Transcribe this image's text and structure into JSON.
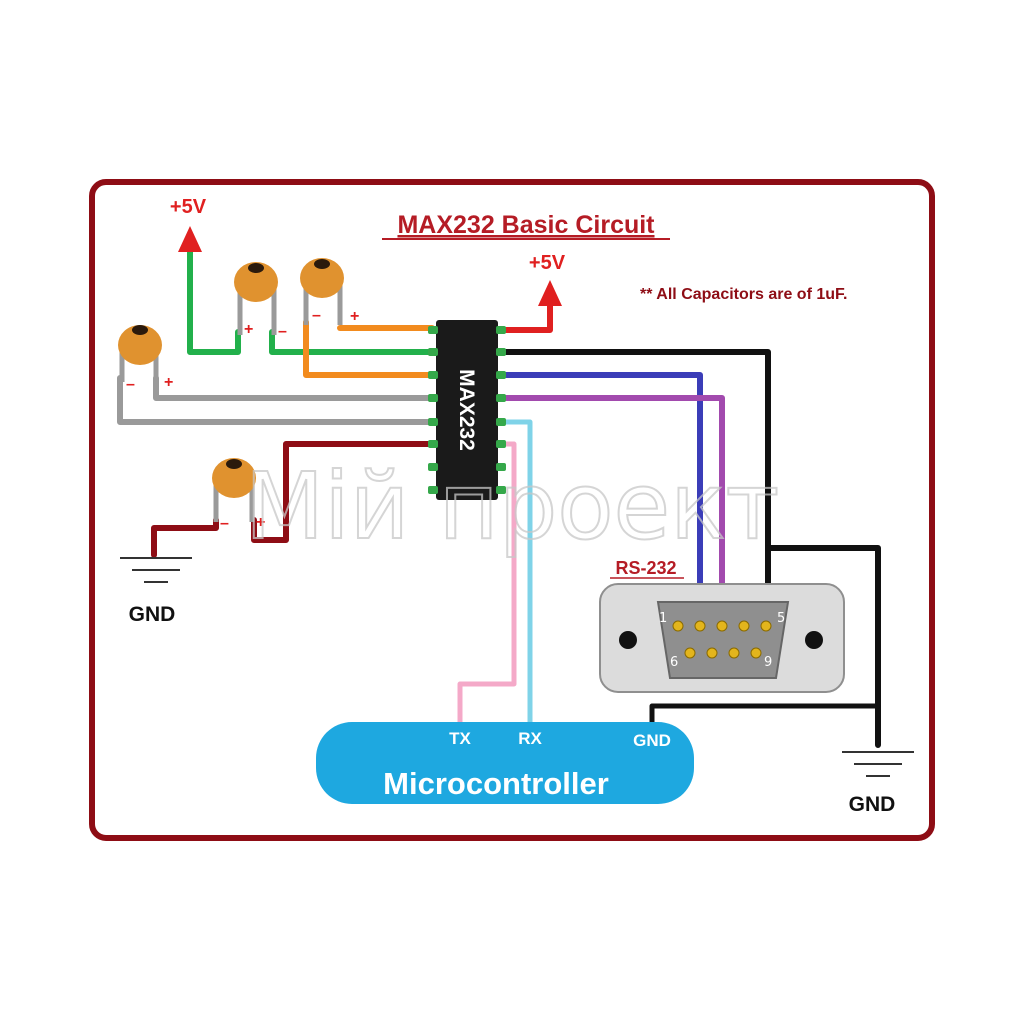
{
  "title": "MAX232 Basic Circuit",
  "note": "** All Capacitors are of 1uF.",
  "ic_label": "MAX232",
  "supply_left": "+5V",
  "supply_right": "+5V",
  "gnd_left": "GND",
  "gnd_right": "GND",
  "connector": {
    "label": "RS-232",
    "pin_1": "1",
    "pin_5": "5",
    "pin_6": "6",
    "pin_9": "9"
  },
  "microcontroller": {
    "label": "Microcontroller",
    "tx": "TX",
    "rx": "RX",
    "gnd": "GND"
  },
  "capacitors": {
    "plus": "+",
    "minus": "–"
  },
  "watermark": "Мій проект",
  "colors": {
    "frame": "#8e0d15",
    "title": "#b51c25",
    "capacitor": "#e0922f",
    "chip": "#1a1a1a",
    "pin": "#35a84a",
    "wire_green": "#22b04b",
    "wire_orange": "#f28b1e",
    "wire_gray": "#9a9a9a",
    "wire_darkred": "#8e0d15",
    "wire_red": "#e02020",
    "wire_black": "#111111",
    "wire_blue": "#3b3db8",
    "wire_purple": "#a24aae",
    "wire_cyan": "#7fd3e8",
    "wire_pink": "#f4a9c8",
    "microcontroller": "#1ea8e0",
    "connector_shell": "#dcdcdc",
    "connector_body": "#8f8f8f",
    "connector_pin": "#e3b51c"
  }
}
